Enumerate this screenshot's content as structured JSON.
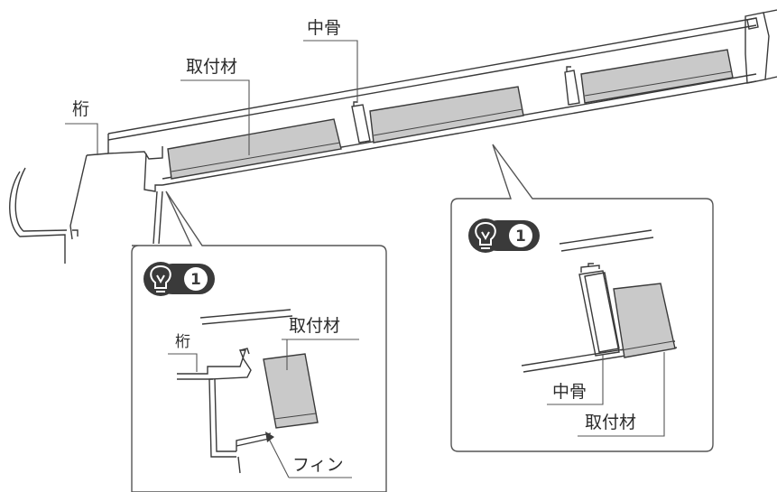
{
  "labels": {
    "keta": "桁",
    "toritsukezai": "取付材",
    "nakabone": "中骨",
    "fin": "フィン"
  },
  "badges": {
    "left_number": "1",
    "right_number": "1"
  },
  "icons": {
    "tip": "lightbulb-icon",
    "arrow": "arrow-icon"
  },
  "colors": {
    "panel_gray": "#c9c9c9",
    "badge_fill": "#3a3a3a",
    "line": "#3a3a3a"
  }
}
